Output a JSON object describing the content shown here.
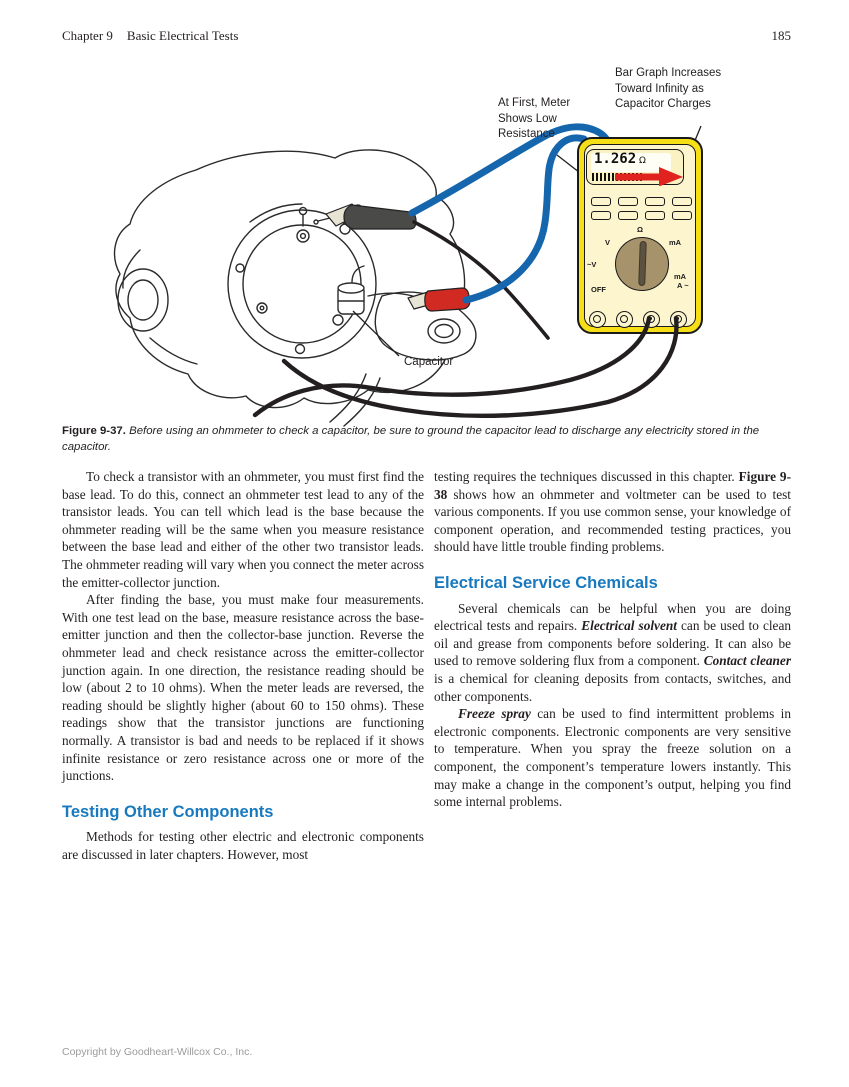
{
  "header": {
    "chapter_label": "Chapter 9",
    "book_section": "Basic Electrical Tests",
    "page_number": "185"
  },
  "figure": {
    "callouts": {
      "bar_graph": {
        "lines": [
          "Bar Graph Increases",
          "Toward Infinity as",
          "Capacitor Charges"
        ]
      },
      "low_resistance": {
        "lines": [
          "At First, Meter",
          "Shows Low",
          "Resistance"
        ]
      },
      "capacitor": "Capacitor"
    },
    "meter": {
      "display_value": "1.262",
      "display_unit": "Ω",
      "dial": {
        "top": "Ω",
        "upper_left": "V",
        "upper_right": "mA",
        "left": "~V",
        "right_top": "mA",
        "right_bottom": "A ~",
        "off": "OFF"
      }
    },
    "caption": {
      "label": "Figure 9-37.",
      "text": " Before using an ohmmeter to check a capacitor, be sure to ground the capacitor lead to discharge any electricity stored in the capacitor."
    },
    "colors": {
      "meter_body_yellow": "#f6df15",
      "meter_panel_cream": "#fcf5cd",
      "arrow_red": "#e0231f",
      "wire_blue": "#1566ad",
      "clip_red": "#d02a22",
      "clip_black": "#4a4a48",
      "dial_brown": "#a6926b",
      "heading_blue": "#1879be"
    }
  },
  "article": {
    "left": {
      "p1": [
        {
          "t": "To check a transistor with an ohmmeter, you must first find the base lead. To do this, connect an ohmmeter test lead to any of the transistor leads. You can tell which lead is the base because the ohmmeter reading will be the same when you measure resistance between the base lead and either of the other two transistor leads. The ohmmeter reading will vary when you connect the meter across the emitter-collector junction."
        }
      ],
      "p2": [
        {
          "t": "After finding the base, you must make four measurements. With one test lead on the base, measure resistance across the base-emitter junction and then the collector-base junction. Reverse the ohmmeter lead and check resistance across the emitter-collector junction again. In one direction, the resistance reading should be low (about 2 to 10 ohms). When the meter leads are reversed, the reading should be slightly higher (about 60 to 150 ohms). These readings show that the transistor junctions are functioning normally. A transistor is bad and needs to be replaced if it shows infinite resistance or zero resistance across one or more of the junctions."
        }
      ],
      "heading": "Testing Other Components",
      "p3": [
        {
          "t": "Methods for testing other electric and electronic components are discussed in later chapters. However, most"
        }
      ]
    },
    "right": {
      "p1": [
        {
          "t": "testing requires the techniques discussed in this chapter. "
        },
        {
          "t": "Figure 9-38",
          "s": "b"
        },
        {
          "t": " shows how an ohmmeter and voltmeter can be used to test various components. If you use common sense, your knowledge of component operation, and recommended testing practices, you should have little trouble finding problems."
        }
      ],
      "heading": "Electrical Service Chemicals",
      "p2": [
        {
          "t": "Several chemicals can be helpful when you are doing electrical tests and repairs. "
        },
        {
          "t": "Electrical solvent",
          "s": "bi"
        },
        {
          "t": " can be used to clean oil and grease from components before soldering. It can also be used to remove soldering flux from a component. "
        },
        {
          "t": "Contact cleaner",
          "s": "bi"
        },
        {
          "t": " is a chemical for cleaning deposits from contacts, switches, and other components."
        }
      ],
      "p3": [
        {
          "t": "Freeze spray",
          "s": "bi"
        },
        {
          "t": " can be used to find intermittent problems in electronic components. Electronic components are very sensitive to temperature. When you spray the freeze solution on a component, the component’s temperature lowers instantly. This may make a change in the component’s output, helping you find some internal problems."
        }
      ]
    }
  },
  "footer": {
    "copyright": "Copyright by Goodheart-Willcox Co., Inc."
  }
}
